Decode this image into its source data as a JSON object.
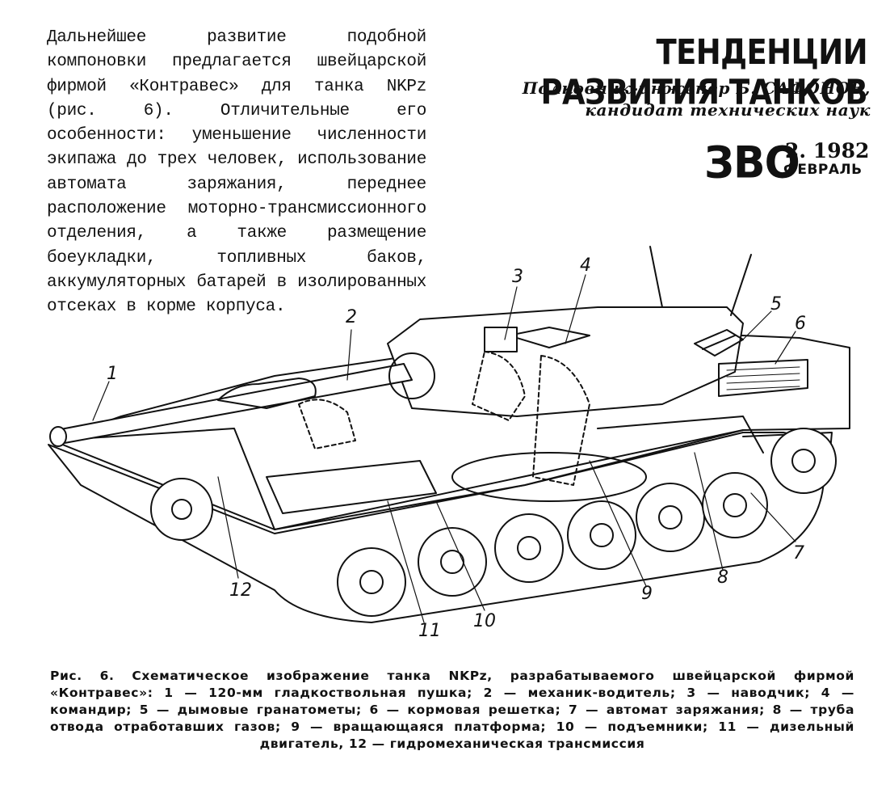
{
  "intro_text": "Дальнейшее развитие подобной компоновки предлагается швейцарской фирмой «Контравес» для танка NKPz (рис. 6). Отличительные его особенности: уменьшение численности экипажа до трех человек, использование автомата заряжания, переднее расположение моторно-трансмиссионного отделения, а также размещение боеукладки, топливных баков, аккумуляторных батарей в изолированных отсеках в корме корпуса.",
  "article": {
    "title": "ТЕНДЕНЦИИ РАЗВИТИЯ ТАНКОВ",
    "author_line1": "Полковник-инженер Б. САФОНОВ,",
    "author_line2": "кандидат технических наук"
  },
  "masthead": {
    "journal": "ЗВО",
    "issue": "2. 1982",
    "month": "ФЕВРАЛЬ"
  },
  "figure": {
    "callouts": [
      "1",
      "2",
      "3",
      "4",
      "5",
      "6",
      "7",
      "8",
      "9",
      "10",
      "11",
      "12"
    ]
  },
  "caption": "Рис. 6. Схематическое изображение танка NKPz, разрабатываемого швейцарской фирмой «Контравес»: 1 — 120-мм гладкоствольная пушка; 2 — механик-водитель; 3 — наводчик; 4 — командир; 5 — дымовые гранатометы; 6 — кормовая решетка; 7 — автомат заряжания; 8 — труба отвода отработавших газов; 9 — вращающаяся платформа; 10 — подъемники; 11 — дизельный двигатель, 12 — гидромеханическая трансмиссия"
}
